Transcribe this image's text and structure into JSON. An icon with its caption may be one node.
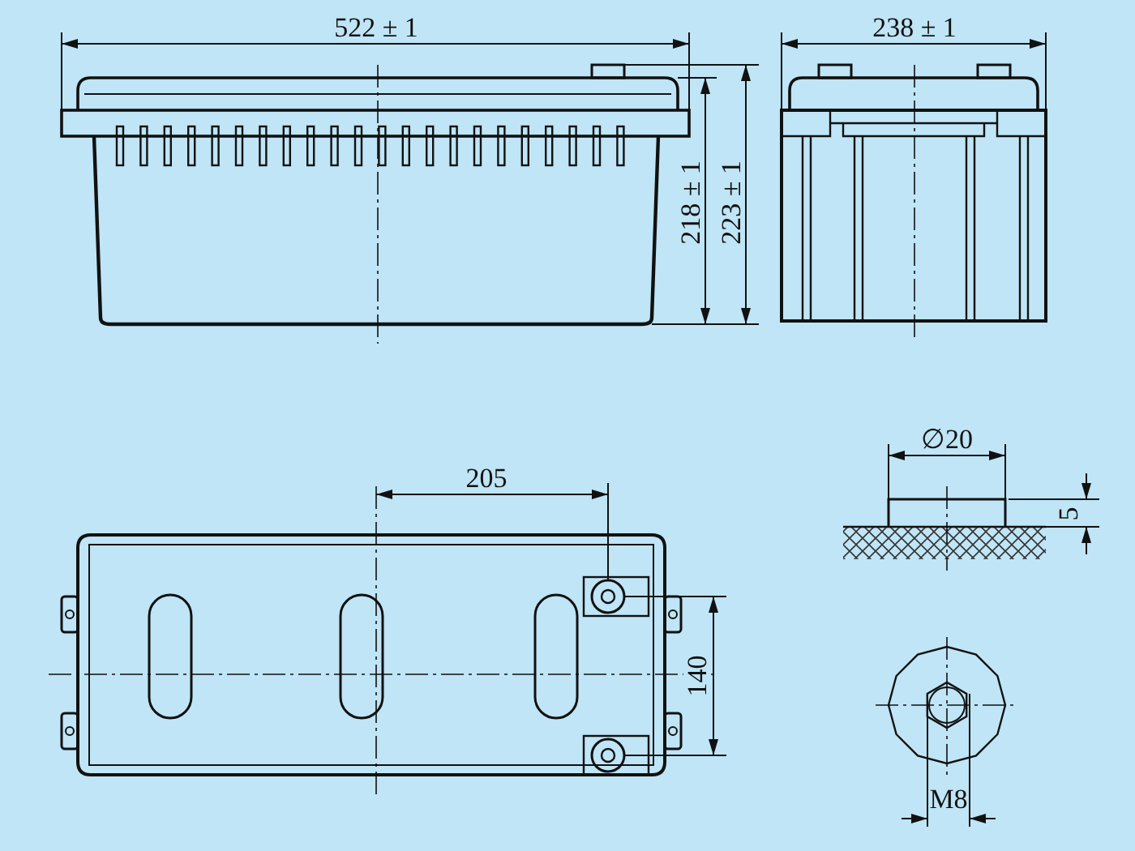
{
  "diagram": {
    "labels": [
      "522 ± 1",
      "238 ± 1",
      "218 ± 1",
      "223 ± 1",
      "205",
      "140",
      "∅20",
      "5",
      "M8"
    ]
  }
}
